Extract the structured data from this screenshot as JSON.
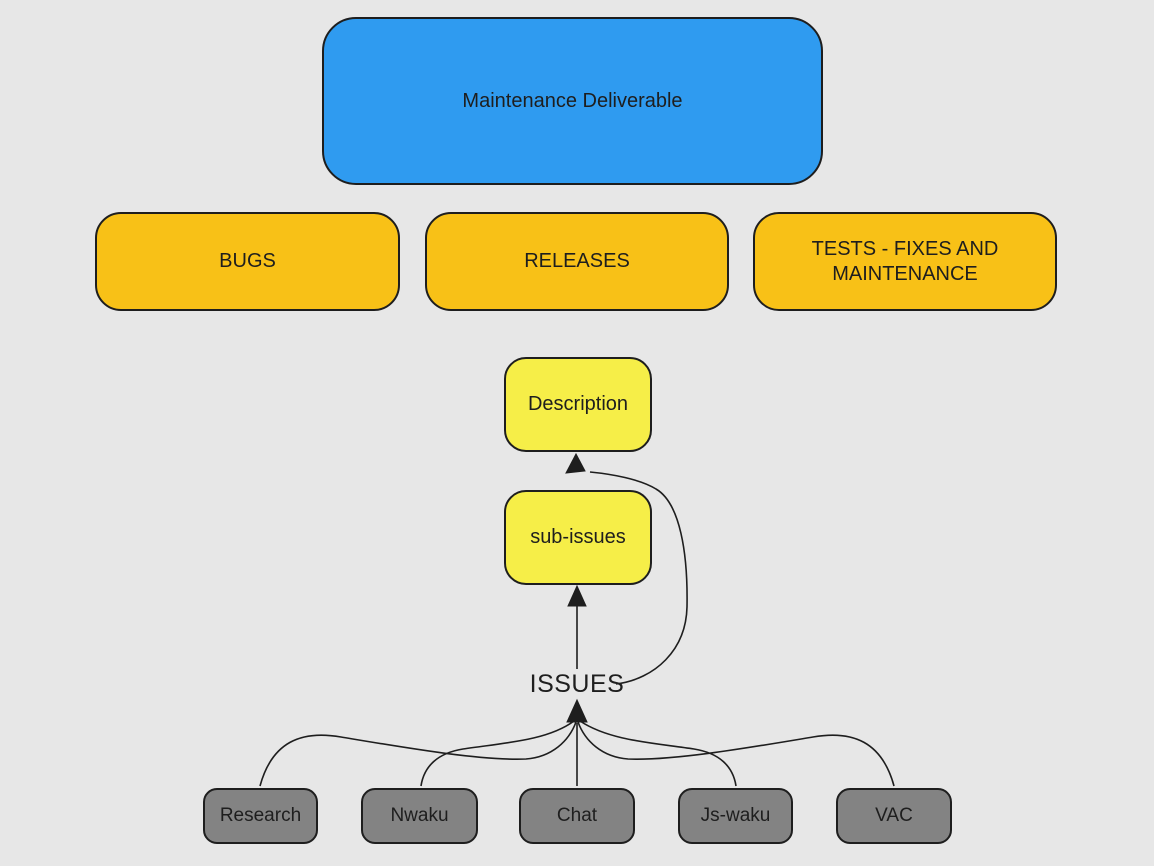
{
  "diagram": {
    "kind": "flowchart",
    "nodes": {
      "maintenance": {
        "label": "Maintenance Deliverable",
        "color": "#2f9bf0"
      },
      "bugs": {
        "label": "BUGS",
        "color": "#f8c117"
      },
      "releases": {
        "label": "RELEASES",
        "color": "#f8c117"
      },
      "tests": {
        "label": "TESTS - FIXES AND MAINTENANCE",
        "color": "#f8c117"
      },
      "description": {
        "label": "Description",
        "color": "#f6ee48"
      },
      "sub_issues": {
        "label": "sub-issues",
        "color": "#f6ee48"
      },
      "issues": {
        "label": "ISSUES",
        "color": "none"
      },
      "research": {
        "label": "Research",
        "color": "#838383"
      },
      "nwaku": {
        "label": "Nwaku",
        "color": "#838383"
      },
      "chat": {
        "label": "Chat",
        "color": "#838383"
      },
      "js_waku": {
        "label": "Js-waku",
        "color": "#838383"
      },
      "vac": {
        "label": "VAC",
        "color": "#838383"
      }
    },
    "edges": [
      {
        "from": "ISSUES",
        "to": "sub-issues",
        "style": "straight-arrow"
      },
      {
        "from": "ISSUES",
        "to": "Description",
        "style": "curved-arrow"
      },
      {
        "from": "Research",
        "to": "ISSUES",
        "style": "curved"
      },
      {
        "from": "Nwaku",
        "to": "ISSUES",
        "style": "curved"
      },
      {
        "from": "Chat",
        "to": "ISSUES",
        "style": "straight"
      },
      {
        "from": "Js-waku",
        "to": "ISSUES",
        "style": "curved"
      },
      {
        "from": "VAC",
        "to": "ISSUES",
        "style": "curved"
      }
    ],
    "colors": {
      "background": "#e7e7e7",
      "stroke": "#1e1e1e",
      "text": "#1e1e1e",
      "blue": "#2f9bf0",
      "orange": "#f8c117",
      "yellow": "#f6ee48",
      "gray": "#838383"
    }
  }
}
